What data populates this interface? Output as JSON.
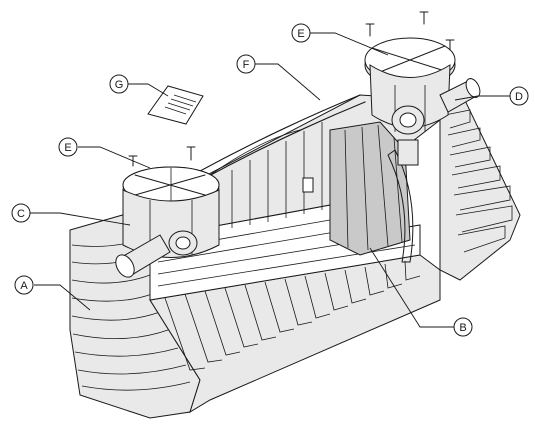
{
  "callouts": {
    "a": "A",
    "b": "B",
    "c": "C",
    "d": "D",
    "e_left": "E",
    "e_right": "E",
    "f": "F",
    "g": "G"
  }
}
